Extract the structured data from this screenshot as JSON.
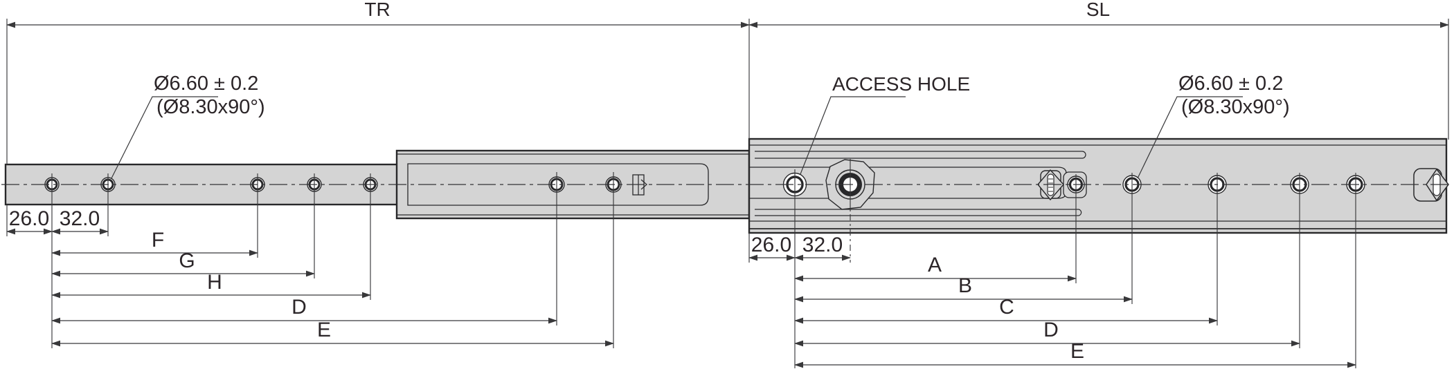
{
  "drawing": {
    "type_note": "telescopic drawer slide, fully extended, side elevation",
    "title_left": "TR",
    "title_right": "SL",
    "callouts": {
      "left_hole": {
        "line1": "Ø6.60 ± 0.2",
        "line2": "(Ø8.30x90°)"
      },
      "right_hole": {
        "line1": "Ø6.60 ± 0.2",
        "line2": "(Ø8.30x90°)"
      },
      "access_hole": "ACCESS HOLE"
    },
    "dims_left": {
      "d1": "26.0",
      "d2": "32.0",
      "f": "F",
      "g": "G",
      "h": "H",
      "d": "D",
      "e": "E"
    },
    "dims_right": {
      "d1": "26.0",
      "d2": "32.0",
      "a": "A",
      "b": "B",
      "c": "C",
      "d": "D",
      "e": "E"
    },
    "colors": {
      "outline": "#28282a",
      "dimension": "#38383a",
      "rail_fill": "#d4d4d4",
      "text": "#2b2528"
    }
  }
}
